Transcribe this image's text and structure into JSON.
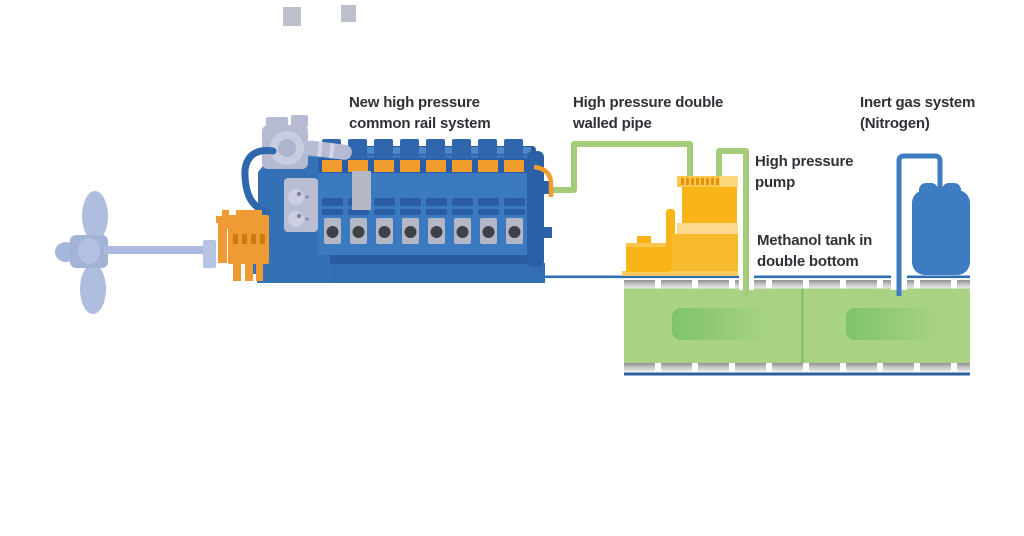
{
  "labels": [
    {
      "id": "common_rail",
      "lines": [
        "New high pressure",
        "common rail system"
      ]
    },
    {
      "id": "double_walled_pipe",
      "lines": [
        "High pressure double",
        "walled pipe"
      ]
    },
    {
      "id": "inert_gas",
      "lines": [
        "Inert gas system",
        "(Nitrogen)"
      ]
    },
    {
      "id": "hp_pump",
      "lines": [
        "High pressure",
        "pump"
      ]
    },
    {
      "id": "methanol_tank",
      "lines": [
        "Methanol tank in",
        "double bottom"
      ]
    }
  ],
  "icons": [
    "propeller-icon",
    "propeller-shaft-icon",
    "gearbox-icon",
    "main-engine-icon",
    "turbocharger-icon",
    "common-rail-icon",
    "high-pressure-pump-icon",
    "fuel-pipe-engine-to-pump-icon",
    "fuel-pipe-pump-to-tank-icon",
    "double-bottom-tank-icon",
    "tank-plating-icon",
    "nitrogen-tank-icon",
    "nitrogen-pipe-icon",
    "deck-line"
  ],
  "palette": {
    "engine_blue": "#3b7ac0",
    "engine_front_blue": "#3470b5",
    "engine_dark_blue": "#2a5da2",
    "engine_rail_blue": "#27599c",
    "engine_light_blue": "#4d87c7",
    "accent_orange": "#f09d2e",
    "gearbox_orange": "#ef9b33",
    "gearbox_slot_orange": "#d07b12",
    "machinery_gray": "#b6bad2",
    "panel_gray": "#b9bdd2",
    "cover_gray": "#b3b7c6",
    "pump_yellow": "#f9b517",
    "pump_yellow_band": "#fbd98f",
    "pump_yellow_strip": "#fbc74f",
    "pump_dash_orange": "#e2920b",
    "pipe_green": "#a5cc7a",
    "tank_green": "#a9d284",
    "tank_inner_green": "#7fc36a",
    "tank_divider_green": "#8cc468",
    "plating_gray": "#909090",
    "deck_blue": "#2f6eb3",
    "tank_bottom_blue": "#2b5f9e",
    "nitrogen_blue": "#3d7cc1",
    "propeller_blue": "#afbedf",
    "hub_blue": "#a3b3d8",
    "label_text": "#2e3237",
    "background": "#ffffff"
  }
}
